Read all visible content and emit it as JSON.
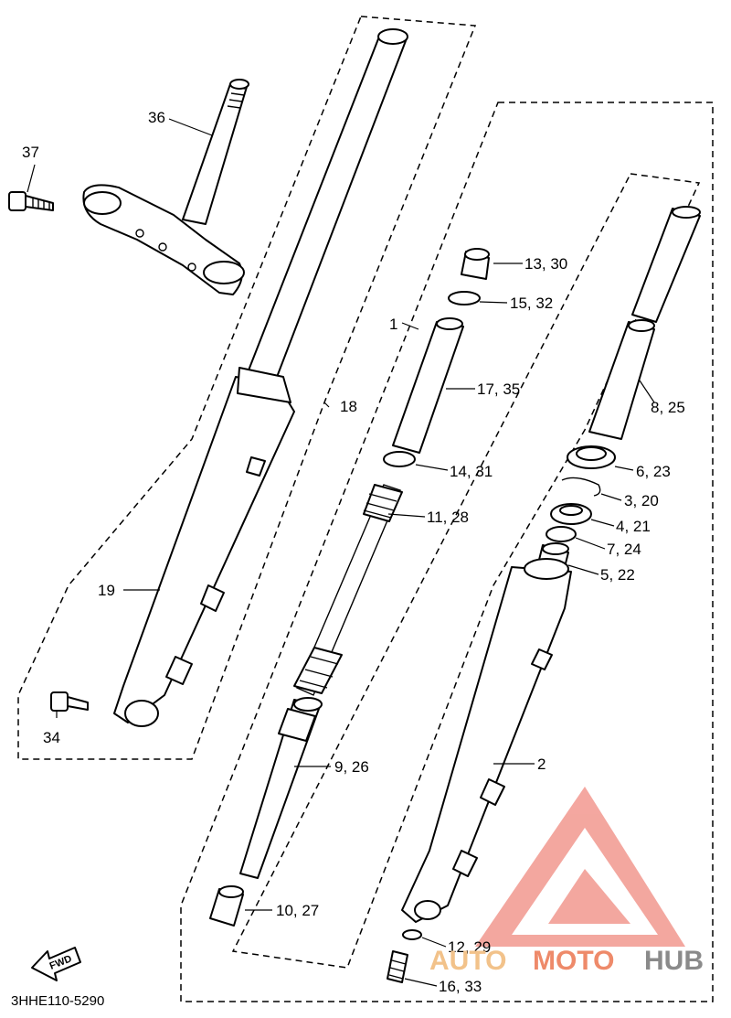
{
  "diagram": {
    "code": "3HHE110-5290",
    "fwd_arrow_label": "FWD",
    "labels": {
      "p1": "1",
      "p2": "2",
      "p3_20": "3, 20",
      "p4_21": "4, 21",
      "p5_22": "5, 22",
      "p6_23": "6, 23",
      "p7_24": "7, 24",
      "p8_25": "8, 25",
      "p9_26": "9, 26",
      "p10_27": "10, 27",
      "p11_28": "11, 28",
      "p12_29": "12, 29",
      "p13_30": "13, 30",
      "p14_31": "14, 31",
      "p15_32": "15, 32",
      "p16_33": "16, 33",
      "p17_35": "17, 35",
      "p18": "18",
      "p19": "19",
      "p34": "34",
      "p36": "36",
      "p37": "37"
    },
    "watermark": {
      "part1": "AUTO",
      "part2": "MOTO",
      "part3": "HUB",
      "colors": {
        "auto": "#f2c28a",
        "moto": "#ee8a6a",
        "hub": "#8a8a8a",
        "triangle": "#f08a80"
      }
    }
  }
}
